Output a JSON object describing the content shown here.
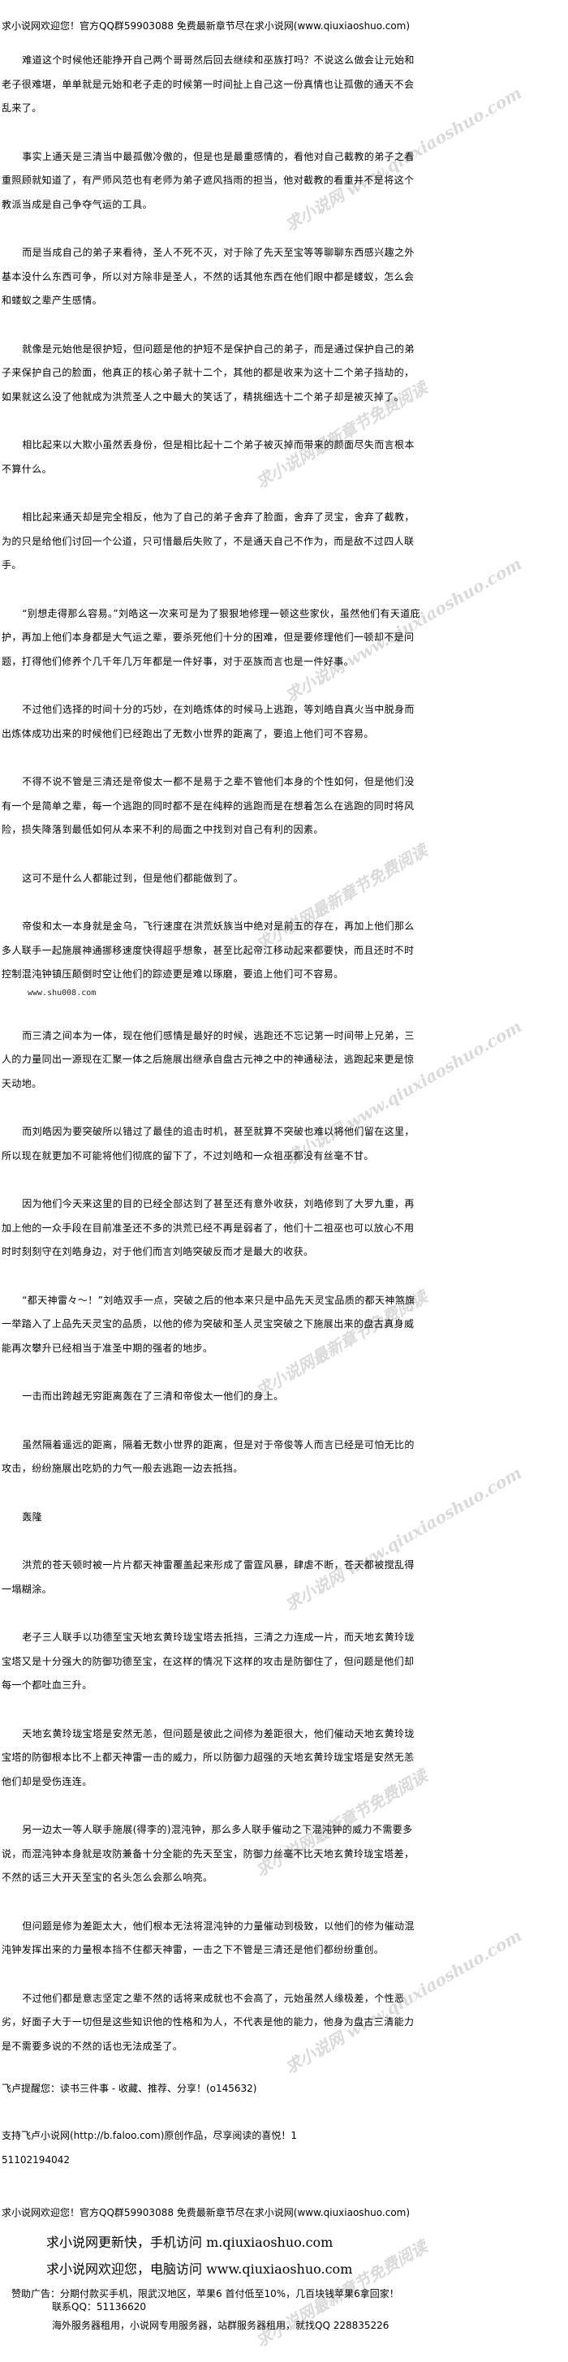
{
  "header": {
    "banner": "求小说网欢迎您！官方QQ群59903088 免费最新章节尽在求小说网(www.qiuxiaoshuo.com)"
  },
  "content": {
    "paragraphs": [
      "难道这个时候他还能挣开自己两个哥哥然后回去继续和巫族打吗？不说这么做会让元始和老子很难堪，单单就是元始和老子走的时候第一时间扯上自己这一份真情也让孤傲的通天不会乱来了。",
      "事实上通天是三清当中最孤傲冷傲的，但是也是最重感情的，看他对自己截教的弟子之看重照顾就知道了，有严师风范也有老师为弟子遮风挡雨的担当，他对截教的看重并不是将这个教派当成是自己争夺气运的工具。",
      "而是当成自己的弟子来看待，圣人不死不灭，对于除了先天至宝等等聊聊东西感兴趣之外基本没什么东西可争，所以对方除非是圣人，不然的话其他东西在他们眼中都是蝼蚁，怎么会和蝼蚁之辈产生感情。",
      "就像是元始他是很护短，但问题是他的护短不是保护自己的弟子，而是通过保护自己的弟子来保护自己的脸面，他真正的核心弟子就十二个，其他的都是收来为这十二个弟子挡劫的，如果就这么没了他就成为洪荒圣人之中最大的笑话了，精挑细选十二个弟子却是被灭掉了。",
      "相比起来以大欺小虽然丢身份，但是相比起十二个弟子被灭掉而带来的颜面尽失而言根本不算什么。",
      "相比起来通天却是完全相反，他为了自己的弟子舍弃了脸面，舍弃了灵宝，舍弃了截教，为的只是给他们讨回一个公道，只可惜最后失败了，不是通天自己不作为，而是敌不过四人联手。",
      "“别想走得那么容易。”刘皓这一次来可是为了狠狠地修理一顿这些家伙，虽然他们有天道庇护，再加上他们本身都是大气运之辈，要杀死他们十分的困难，但是要修理他们一顿却不是问题，打得他们修养个几千年几万年都是一件好事，对于巫族而言也是一件好事。",
      "不过他们选择的时间十分的巧妙，在刘皓炼体的时候马上逃跑，等刘皓自真火当中脱身而出炼体成功出来的时候他们已经跑出了无数小世界的距离了，要追上他们可不容易。",
      "不得不说不管是三清还是帝俊太一都不是易于之辈不管他们本身的个性如何，但是他们没有一个是简单之辈，每一个逃跑的同时都不是在纯粹的逃跑而是在想着怎么在逃跑的同时将风险，损失降落到最低如何从本来不利的局面之中找到对自己有利的因素。",
      "这可不是什么人都能过到，但是他们都能做到了。",
      "帝俊和太一本身就是金乌，飞行速度在洪荒妖族当中绝对是前五的存在，再加上他们那么多人联手一起施展神通挪移速度快得超乎想象，甚至比起帝江移动起来都要快，而且还时不时控制混沌钟镇压颠倒时空让他们的踪迹更是难以琢磨，要追上他们可不容易。",
      "而三清之间本为一体，现在他们感情是最好的时候，逃跑还不忘记第一时间带上兄弟，三人的力量同出一源现在汇聚一体之后施展出继承自盘古元神之中的神通秘法，逃跑起来更是惊天动地。",
      "而刘皓因为要突破所以错过了最佳的追击时机，甚至就算不突破也难以将他们留在这里，所以现在就更加不可能将他们彻底的留下了，不过刘皓和一众祖巫都没有丝毫不甘。",
      "因为他们今天来这里的目的已经全部达到了甚至还有意外收获，刘皓修到了大罗九重，再加上他的一众手段在目前准圣还不多的洪荒已经不再是弱者了，他们十二祖巫也可以放心不用时时刻刻守在刘皓身边，对于他们而言刘皓突破反而才是最大的收获。",
      "“都天神雷々～！”刘皓双手一点，突破之后的他本来只是中品先天灵宝品质的都天神煞旗一举踏入了上品先天灵宝的品质，以他的修为突破和圣人灵宝突破之下施展出来的盘古真身威能再次攀升已经相当于准圣中期的强者的地步。",
      "一击而出跨越无穷距离轰在了三清和帝俊太一他们的身上。",
      "虽然隔着遥远的距离，隔着无数小世界的距离，但是对于帝俊等人而言已经是可怕无比的攻击，纷纷施展出吃奶的力气一般去逃跑一边去抵挡。",
      "轰隆",
      "洪荒的苍天顿时被一片片都天神雷覆盖起来形成了雷霆风暴，肆虐不断，苍天都被搅乱得一塌糊涂。",
      "老子三人联手以功德至宝天地玄黄玲珑宝塔去抵挡，三清之力连成一片，而天地玄黄玲珑宝塔又是十分强大的防御功德至宝，在这样的情况下这样的攻击是防御住了，但问题是他们却每一个都吐血三升。",
      "天地玄黄玲珑宝塔是安然无恙，但问题是彼此之间修为差距很大，他们催动天地玄黄玲珑宝塔的防御根本比不上都天神雷一击的威力，所以防御力超强的天地玄黄玲珑宝塔是安然无恙他们却是受伤连连。",
      "另一边太一等人联手施展(得李的)混沌钟，那么多人联手催动之下混沌钟的威力不需要多说，而混沌钟本身就是攻防兼备十分全能的先天至宝，防御力丝毫不比天地玄黄玲珑宝塔差，不然的话三大开天至宝的名头怎么会那么响亮。",
      "但问题是修为差距太大，他们根本无法将混沌钟的力量催动到极致，以他们的修为催动混沌钟发挥出来的力量根本挡不住都天神雷，一击之下不管是三清还是他们都纷纷重创。",
      "不过他们都是意志坚定之辈不然的话将来成就也不会高了，元始虽然人缘极差，个性恶劣，好面子大于一切但是这些知识他的性格和为人，不代表是他的能力，他身为盘古三清能力是不需要多说的不然的话也无法成圣了。"
    ],
    "source_mark": "www.shu008.com"
  },
  "footer": {
    "reminder": "飞卢提醒您：读书三件事 - 收藏、推荐、分享！(o145632)",
    "support": "支持飞卢小说网(http://b.faloo.com)原创作品，尽享阅读的喜悦！1",
    "code": "51102194042",
    "banner": "求小说网欢迎您！官方QQ群59903088 免费最新章节尽在求小说网(www.qiuxiaoshuo.com)",
    "promo_mobile": "求小说网更新快，手机访问 m.qiuxiaoshuo.com",
    "promo_pc": "求小说网欢迎您，电脑访问 www.qiuxiaoshuo.com",
    "ad_line1": "赞助广告：分期付款买手机，限武汉地区，苹果6 首付低至10%，几百块钱苹果6拿回家！",
    "ad_line2": "联系QQ：51136620",
    "ad_line3": "海外服务器租用，小说网专用服务器，站群服务器租用，就找QQ 228835226"
  },
  "watermarks": {
    "site": "求小说网 www.qiuxiaoshuo.com",
    "slogan": "求小说网最新章节免费阅读"
  }
}
